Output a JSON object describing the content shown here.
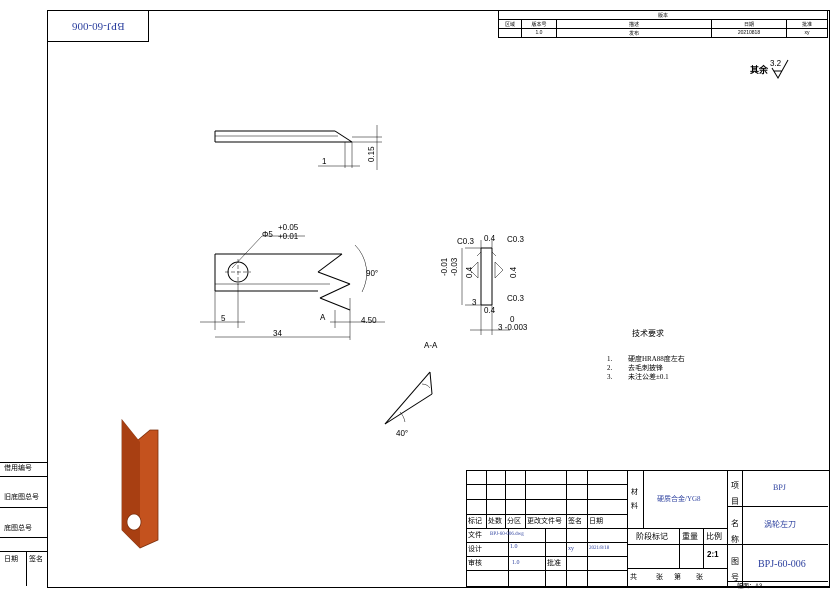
{
  "drawing": {
    "code_box": "BPJ-60-006",
    "revision_table": {
      "title": "版本",
      "headers": [
        "区域",
        "版本号",
        "描述",
        "日期",
        "批准"
      ],
      "row": [
        "",
        "1.0",
        "发布",
        "20210818",
        "xy"
      ]
    },
    "roughness": {
      "prefix": "其余",
      "value": "3.2"
    },
    "dimensions": {
      "top_view": {
        "d1": "1",
        "d2": "0.15"
      },
      "main_view": {
        "hole": "Φ5",
        "tol_upper": "+0.05",
        "tol_lower": "+0.01",
        "angle": "90°",
        "d5": "5",
        "d34": "34",
        "d450": "4.50",
        "section": "A"
      },
      "section_view": {
        "c03a": "C0.3",
        "d04a": "0.4",
        "c03b": "C0.3",
        "tol1": "-0.01",
        "tol2": "-0.03",
        "d04b": "0.4",
        "d04c": "0.4",
        "c03c": "C0.3",
        "d04d": "0.4",
        "d0": "0",
        "d3": "3 -0.003",
        "d3b": "3"
      },
      "section_label": "A-A",
      "angle_view": {
        "angle": "40°"
      }
    },
    "tech_requirements": {
      "title": "技术要求",
      "items": [
        {
          "num": "1.",
          "text": "硬度HRA88度左右"
        },
        {
          "num": "2.",
          "text": "去毛刺披锋"
        },
        {
          "num": "3.",
          "text": "未注公差±0.1"
        }
      ]
    },
    "side_labels": [
      "借用编号",
      "旧底图总号",
      "底图总号",
      "日期",
      "签名"
    ],
    "title_block": {
      "headers": [
        "标记",
        "处数",
        "分区",
        "更改文件号",
        "签名",
        "日期"
      ],
      "file_label": "文件",
      "file_value": "BPJ-60-006.dwg",
      "drawn_label": "设计",
      "drawn_value": "1.0",
      "drawn_sign": "xy",
      "drawn_date": "2021/8/18",
      "approve_label": "审核",
      "approve_value": "1.0",
      "sign_label": "批准",
      "stage_label": "阶段标记",
      "weight_label": "重量",
      "scale_label": "比例",
      "scale_value": "2:1",
      "sheet_labels": [
        "共",
        "张",
        "第",
        "张"
      ],
      "material_label": "材料",
      "material_value": "硬质合金/YG8",
      "project_label": "项目",
      "project_value": "BPJ",
      "name_label": "名称",
      "name_value": "涡轮左刀",
      "drawing_no_label": "图号",
      "drawing_no_value": "BPJ-60-006",
      "size_label": "幅面：A3"
    }
  }
}
